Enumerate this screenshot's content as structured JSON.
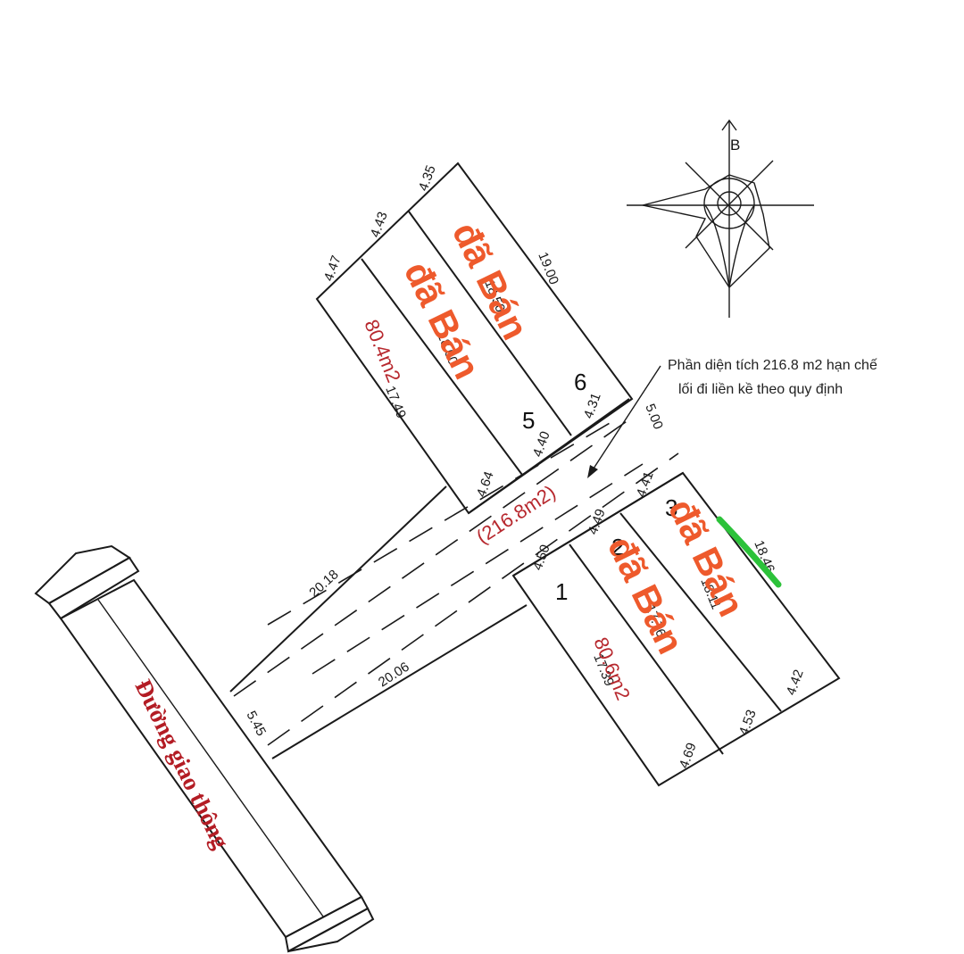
{
  "plan": {
    "north_label": "B",
    "note_line1": "Phần diện tích 216.8 m2 hạn chế",
    "note_line2": "lối đi liền kề theo quy định",
    "restricted_area_label": "(216.8m2)",
    "road_label": "Đường giao thông",
    "sold_label": "đã Bán",
    "lots": [
      {
        "number": "1",
        "area": "80.6m2",
        "status": ""
      },
      {
        "number": "2",
        "area": "",
        "status": "đã Bán"
      },
      {
        "number": "3",
        "area": "",
        "status": "đã Bán"
      },
      {
        "number": "5",
        "area": "",
        "status": "đã Bán"
      },
      {
        "number": "6",
        "area": "",
        "status": "đã Bán"
      },
      {
        "number": "",
        "area": "80.4m2",
        "status": ""
      }
    ],
    "dimensions": {
      "top_447": "4.47",
      "top_443": "4.43",
      "top_435": "4.35",
      "side_1900": "19.00",
      "side_1850": "18.50",
      "side_1800": "18.00",
      "side_1749": "17.49",
      "mid_464": "4.64",
      "mid_440": "4.40",
      "mid_431": "4.31",
      "mid_500": "5.00",
      "low_441": "4.41",
      "low_449": "4.49",
      "low_450": "4.50",
      "side_1846": "18.46",
      "side_1811": "18.11",
      "side_1776": "17.76",
      "side_1739": "17.39",
      "bot_442": "4.42",
      "bot_453": "4.53",
      "bot_469": "4.69",
      "lane_2018": "20.18",
      "lane_2006": "20.06",
      "lane_545": "5.45"
    }
  }
}
